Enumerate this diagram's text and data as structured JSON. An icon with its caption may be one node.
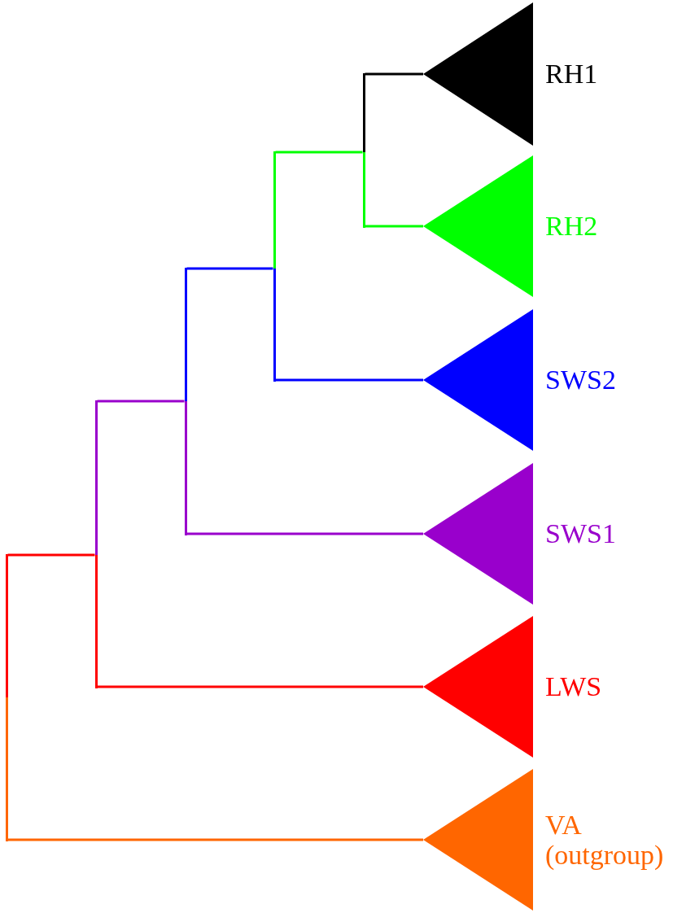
{
  "diagram": {
    "nodes": [
      {
        "text": [
          "RH1"
        ]
      },
      {
        "text": [
          "RH2"
        ]
      },
      {
        "text": [
          "SWS2"
        ]
      },
      {
        "text": [
          "SWS1"
        ]
      },
      {
        "text": [
          "LWS"
        ]
      },
      {
        "text": [
          "VA (outgroup)"
        ]
      },
      {
        "text": [],
        "shape": "bar"
      },
      {
        "text": [],
        "shape": "bar"
      },
      {
        "text": [],
        "shape": "bar"
      },
      {
        "text": [],
        "shape": "bar"
      },
      {
        "text": [],
        "shape": "bar"
      }
    ],
    "edges": [
      {
        "from": 6,
        "to": 7,
        "arrow": "none",
        "color": "#ff0000"
      },
      {
        "from": 6,
        "to": 5,
        "arrow": "none",
        "color": "#ff6600"
      },
      {
        "from": 7,
        "to": 8,
        "arrow": "none",
        "color": "#9900cc"
      },
      {
        "from": 7,
        "to": 4,
        "arrow": "none",
        "color": "#ff0000"
      },
      {
        "from": 8,
        "to": 9,
        "arrow": "none",
        "color": "#0000ff"
      },
      {
        "from": 8,
        "to": 3,
        "arrow": "none",
        "color": "#9900cc"
      },
      {
        "from": 9,
        "to": 10,
        "arrow": "none",
        "color": "#00ff00"
      },
      {
        "from": 9,
        "to": 2,
        "arrow": "none",
        "color": "#0000ff"
      },
      {
        "from": 10,
        "to": 0,
        "arrow": "none",
        "color": "#000000"
      },
      {
        "from": 10,
        "to": 1,
        "arrow": "none",
        "color": "#00ff00"
      }
    ]
  }
}
